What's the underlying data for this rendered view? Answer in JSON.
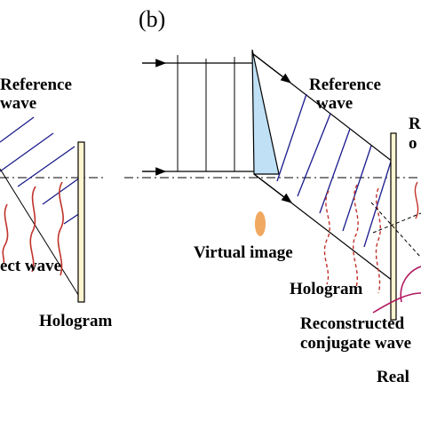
{
  "panel_label": "(b)",
  "left_panel": {
    "reference_line1": "Reference",
    "reference_line2": "wave",
    "object_wave": "ect wave",
    "hologram": "Hologram"
  },
  "right_panel": {
    "reference_line1": "Reference",
    "reference_line2": "wave",
    "virtual_image": "Virtual image",
    "hologram": "Hologram",
    "reconstructed_line1": "Reconstructed",
    "reconstructed_line2": "conjugate wave",
    "real_label": "Real",
    "clipped_label1": "R",
    "clipped_label2": "o"
  },
  "colors": {
    "wavefront": "#1a1a8c",
    "object_wave": "#c0322b",
    "prism_fill": "#bfe0f5",
    "virtual_image": "#f0a860",
    "hologram_fill": "#fff5d0",
    "real_image": "#b01860"
  }
}
